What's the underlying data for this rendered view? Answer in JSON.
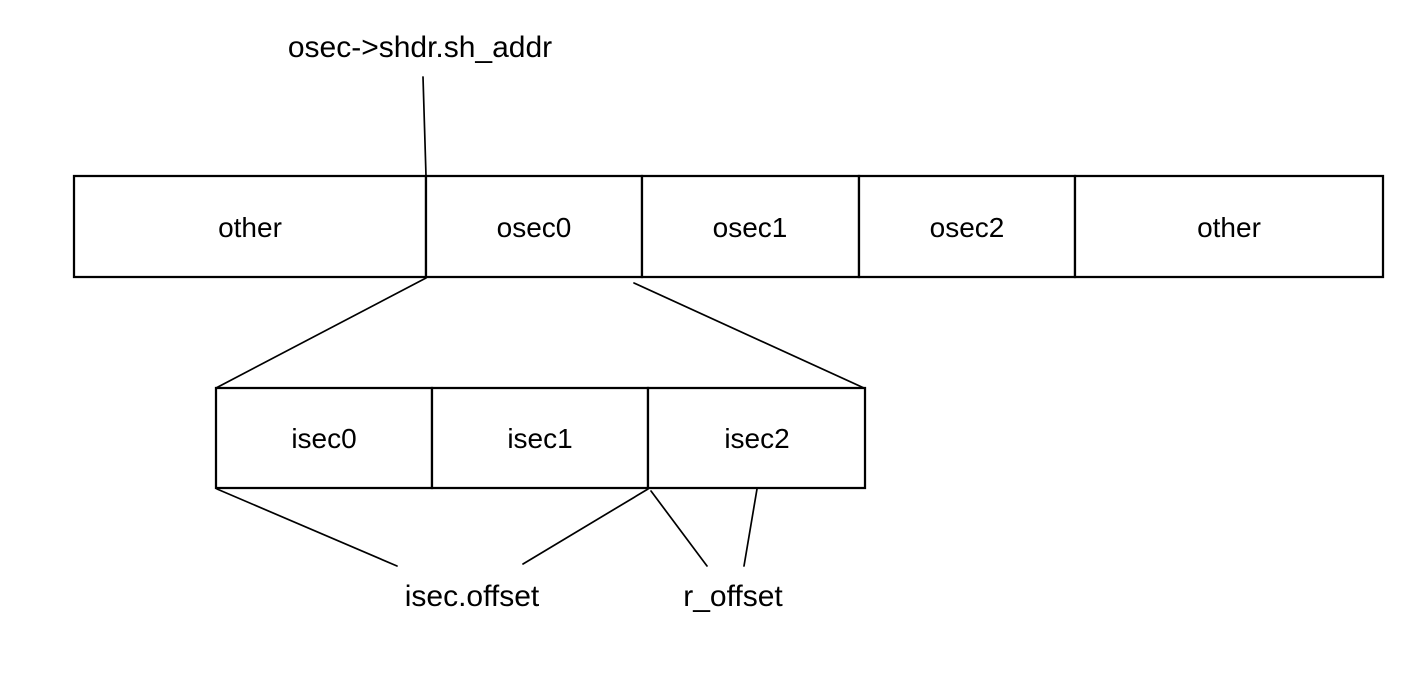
{
  "diagram": {
    "background_color": "#ffffff",
    "stroke_color": "#000000",
    "text_color": "#000000",
    "pointer_label": "osec->shdr.sh_addr",
    "outer_bar": {
      "segments": [
        {
          "label": "other"
        },
        {
          "label": "osec0"
        },
        {
          "label": "osec1"
        },
        {
          "label": "osec2"
        },
        {
          "label": "other"
        }
      ]
    },
    "inner_bar": {
      "segments": [
        {
          "label": "isec0"
        },
        {
          "label": "isec1"
        },
        {
          "label": "isec2"
        }
      ]
    },
    "offset_labels": {
      "isec_offset": "isec.offset",
      "r_offset": "r_offset"
    }
  }
}
